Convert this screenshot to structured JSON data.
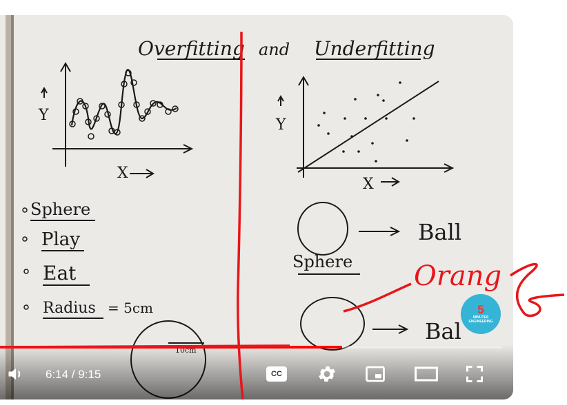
{
  "video": {
    "title_word_1": "Overfitting",
    "title_and": "and",
    "title_word_2": "Underfitting",
    "left_graph": {
      "y_label": "Y",
      "x_label": "X"
    },
    "right_graph": {
      "y_label": "Y",
      "x_label": "X"
    },
    "list_items": [
      "Sphere",
      "Play",
      "Eat",
      "Radius"
    ],
    "radius_value": "= 5cm",
    "small_circle_label": "10cm",
    "sphere_label": "Sphere",
    "ball_label_1": "Ball",
    "ball_label_2": "Bal",
    "annotation": "Orang",
    "logo": {
      "number": "5",
      "text": "MINUTES ENGINEERING"
    }
  },
  "player": {
    "current_time": "6:14",
    "duration": "9:15",
    "time_display": "6:14 / 9:15",
    "progress_fraction": 0.6815,
    "accent_color": "#ff0000",
    "icons": {
      "volume": "volume-icon",
      "captions": "captions-icon",
      "settings": "settings-gear-icon",
      "miniplayer": "miniplayer-icon",
      "theater": "theater-mode-icon",
      "fullscreen": "fullscreen-icon"
    },
    "captions_label": "CC"
  }
}
